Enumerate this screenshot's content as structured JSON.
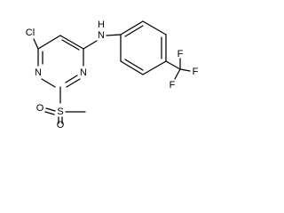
{
  "molecule": {
    "atom_labels": {
      "chlorine": "Cl",
      "amine_nitrogen": "N",
      "amine_hydrogen": "H",
      "ring_nitrogen_left": "N",
      "ring_nitrogen_right": "N",
      "sulfur": "S",
      "sulfonyl_oxygen_top": "O",
      "sulfonyl_oxygen_bottom": "O",
      "fluorine_top": "F",
      "fluorine_right": "F",
      "fluorine_bottom": "F"
    }
  }
}
